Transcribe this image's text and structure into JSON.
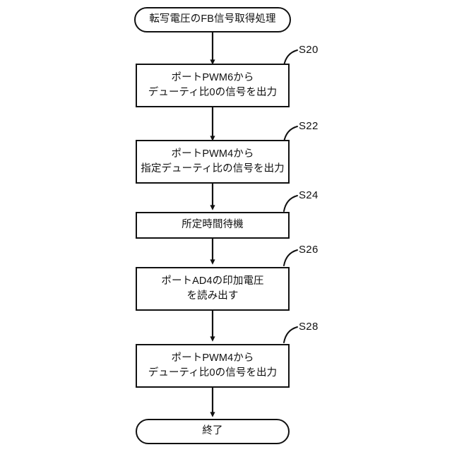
{
  "diagram": {
    "title_node": {
      "id": "start",
      "shape": "terminal",
      "lines": [
        "転写電圧のFB信号取得処理"
      ]
    },
    "end_node": {
      "id": "end",
      "shape": "terminal",
      "lines": [
        "終了"
      ]
    },
    "steps": [
      {
        "id": "s20",
        "label": "S20",
        "shape": "process",
        "lines": [
          "ポートPWM6から",
          "デューティ比0の信号を出力"
        ]
      },
      {
        "id": "s22",
        "label": "S22",
        "shape": "process",
        "lines": [
          "ポートPWM4から",
          "指定デューティ比の信号を出力"
        ]
      },
      {
        "id": "s24",
        "label": "S24",
        "shape": "process",
        "lines": [
          "所定時間待機"
        ]
      },
      {
        "id": "s26",
        "label": "S26",
        "shape": "process",
        "lines": [
          "ポートAD4の印加電圧",
          "を読み出す"
        ]
      },
      {
        "id": "s28",
        "label": "S28",
        "shape": "process",
        "lines": [
          "ポートPWM4から",
          "デューティ比0の信号を出力"
        ]
      }
    ],
    "colors": {
      "background": "#ffffff",
      "stroke": "#111111",
      "text": "#111111"
    }
  }
}
